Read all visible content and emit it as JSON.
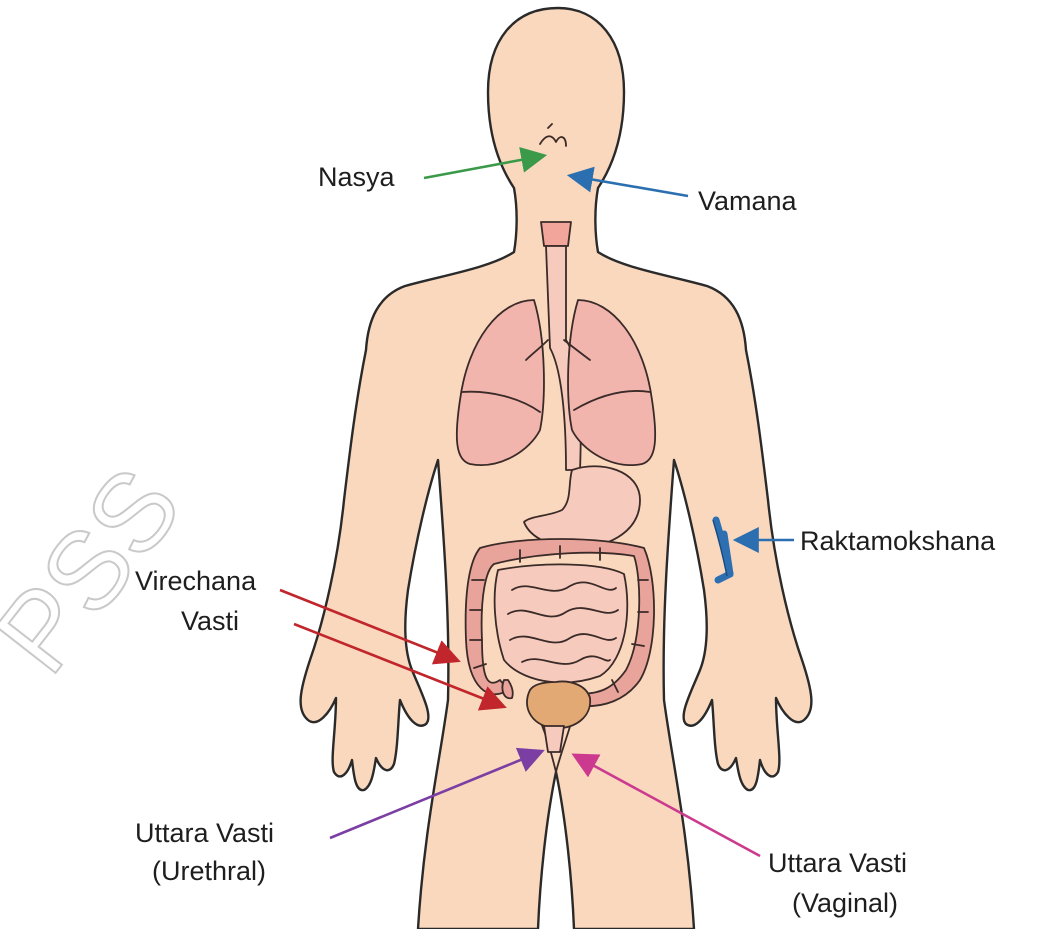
{
  "labels": {
    "nasya": "Nasya",
    "vamana": "Vamana",
    "raktamokshana": "Raktamokshana",
    "virechana": "Virechana",
    "vasti": "Vasti",
    "uttara_urethral_1": "Uttara Vasti",
    "uttara_urethral_2": "(Urethral)",
    "uttara_vaginal_1": "Uttara Vasti",
    "uttara_vaginal_2": "(Vaginal)"
  },
  "watermark": "PSS",
  "colors": {
    "skin": "#fad8bd",
    "lung": "#f2b5ad",
    "intestine": "#e8a39a",
    "stomach": "#f6cbbd",
    "bladder": "#e3a975",
    "vein": "#2e6fb2",
    "arrow_green": "#3a9a4a",
    "arrow_blue": "#2b6fb0",
    "arrow_red": "#c0262b",
    "arrow_purple": "#7b3fa3",
    "arrow_magenta": "#cc3a8f"
  }
}
